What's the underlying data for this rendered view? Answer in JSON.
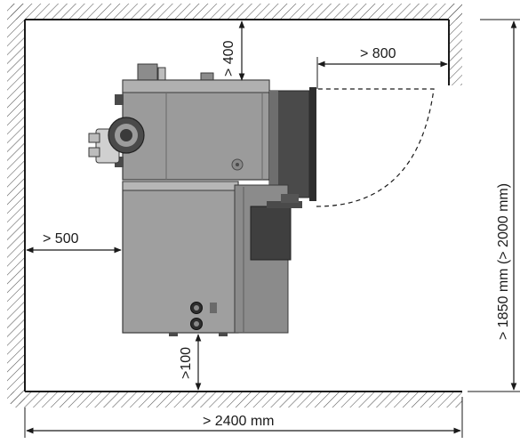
{
  "diagram": {
    "type": "boiler installation clearance plan",
    "colors": {
      "wall_line": "#1a1a1a",
      "hatch": "#555555",
      "boiler_body": "#9b9b9b",
      "boiler_dark": "#4a4a4a",
      "boiler_shadow": "#6e6e6e",
      "dimension_line": "#1a1a1a",
      "door_swing": "#1a1a1a"
    },
    "labels": {
      "top_clearance": "> 400",
      "front_clearance": "> 800",
      "side_clearance": "> 500",
      "bottom_clearance": ">100",
      "room_depth": "> 1850 mm (> 2000 mm)",
      "room_width": "> 2400 mm"
    }
  }
}
